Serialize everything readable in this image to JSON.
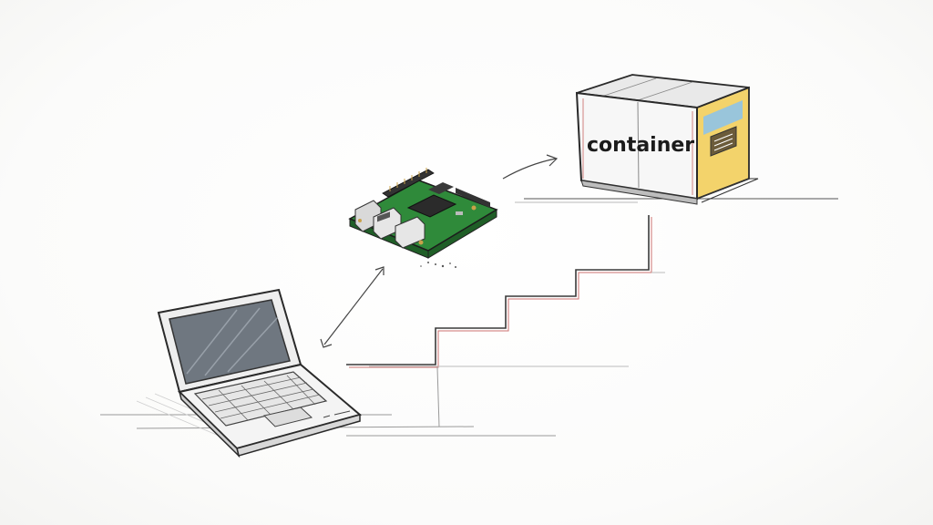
{
  "diagram": {
    "nodes": [
      {
        "id": "laptop",
        "icon": "laptop-icon",
        "label": ""
      },
      {
        "id": "board",
        "icon": "single-board-computer-icon",
        "label": ""
      },
      {
        "id": "container",
        "icon": "shipping-container-icon",
        "label": "container"
      }
    ],
    "edges": [
      {
        "from": "laptop",
        "to": "board",
        "style": "double-arrow"
      },
      {
        "from": "board",
        "to": "container",
        "style": "arrow"
      }
    ],
    "decorations": [
      "staircase"
    ]
  },
  "colors": {
    "ink": "#3a3a3a",
    "pcb_green": "#2f8a3a",
    "stair_red": "#c0504d",
    "container_yellow": "#f3d36b",
    "container_blue": "#8fc3e8",
    "screen": "#6f7780"
  }
}
